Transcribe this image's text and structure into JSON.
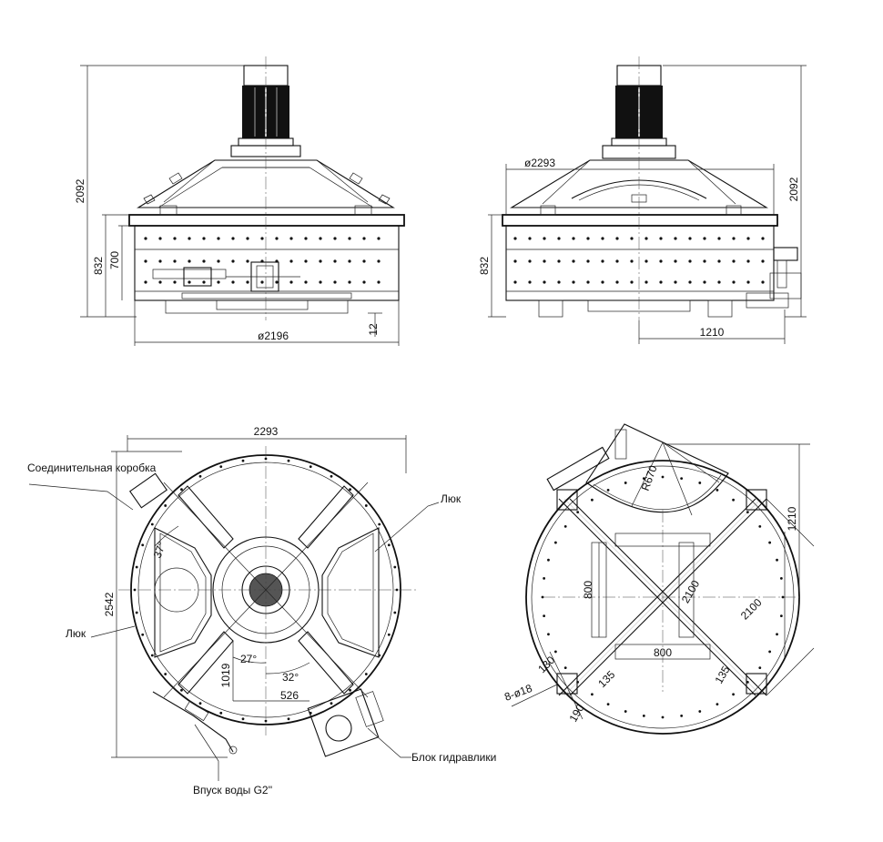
{
  "front_view": {
    "dim_height_total": "2092",
    "dim_body_height": "832",
    "dim_inner_height": "700",
    "dim_diameter": "ø2196",
    "dim_gap": "12"
  },
  "side_view": {
    "dim_diameter": "ø2293",
    "dim_height_total": "2092",
    "dim_body_height": "832",
    "dim_offset": "1210"
  },
  "plan_view": {
    "dim_width": "2293",
    "dim_depth": "2542",
    "angle_1": "37°",
    "angle_2": "27°",
    "angle_3": "32°",
    "dim_radius": "1019",
    "dim_offset": "526",
    "label_junction_box": "Соединительная коробка",
    "label_hatch_left": "Люк",
    "label_hatch_right": "Люк",
    "label_water_inlet": "Впуск воды G2''",
    "label_hydraulic_unit": "Блок гидравлики"
  },
  "base_view": {
    "dim_radius": "R670",
    "dim_offset": "1210",
    "dim_frame_vertical": "800",
    "dim_frame_horizontal": "800",
    "dim_diagonal_1": "2100",
    "dim_diagonal_2": "2100",
    "dim_130": "130",
    "dim_135_left": "135",
    "dim_135_right": "135",
    "dim_190": "190",
    "dim_holes": "8-ø18"
  }
}
